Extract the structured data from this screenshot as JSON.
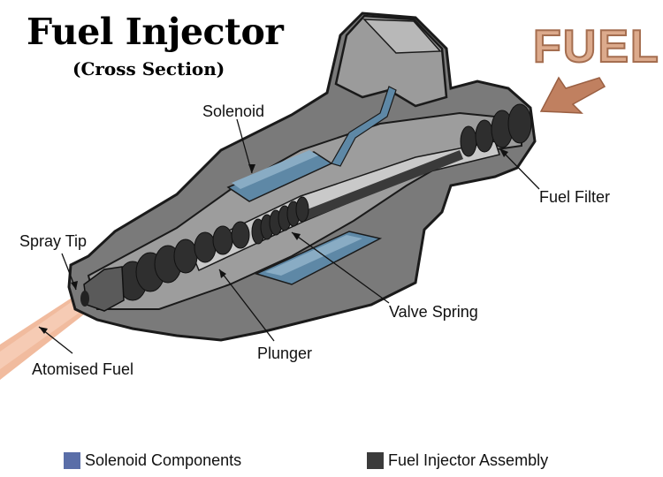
{
  "title": "Fuel Injector",
  "subtitle": "(Cross Section)",
  "fuel_label": "FUEL",
  "labels": {
    "solenoid": "Solenoid",
    "fuel_filter": "Fuel Filter",
    "spray_tip": "Spray Tip",
    "valve_spring": "Valve Spring",
    "plunger": "Plunger",
    "atomised_fuel": "Atomised Fuel"
  },
  "legend": [
    {
      "label": "Solenoid Components",
      "color": "#5a6ea8"
    },
    {
      "label": "Fuel Injector Assembly",
      "color": "#3b3b3b"
    }
  ],
  "colors": {
    "body_outer": "#6e6e6e",
    "body_mid": "#8f8f8f",
    "body_light": "#b4b4b4",
    "cut_face": "#9a9a9a",
    "dark_parts": "#3a3a3a",
    "solenoid": "#5e88a6",
    "spray": "#f0b090",
    "fuel_arrow": "#c08060"
  }
}
